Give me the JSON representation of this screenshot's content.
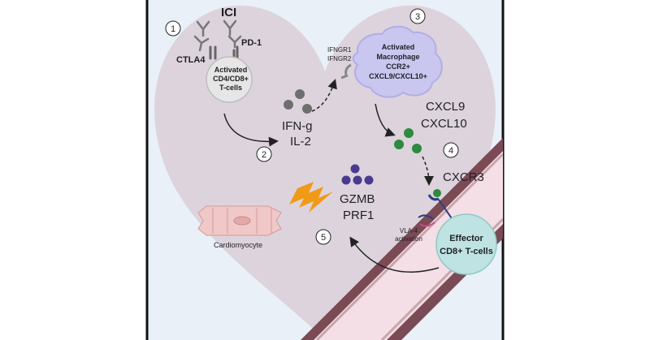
{
  "labels": {
    "ici": "ICI",
    "pd1": "PD-1",
    "ctla4": "CTLA4",
    "cd4cd8_line1": "Activated",
    "cd4cd8_line2": "CD4/CD8+",
    "cd4cd8_line3": "T-cells",
    "ifngr1": "IFNGR1",
    "ifngr2": "IFNGR2",
    "macro_line1": "Activated",
    "macro_line2": "Macrophage",
    "macro_line3": "CCR2+",
    "macro_line4": "CXCL9/CXCL10+",
    "ifng": "IFN-g",
    "il2": "IL-2",
    "cxcl9": "CXCL9",
    "cxcl10": "CXCL10",
    "cxcr3": "CXCR3",
    "gzmb": "GZMB",
    "prf1": "PRF1",
    "cardiomyocyte": "Cardiomyocyte",
    "vla4_line1": "VLA-4",
    "vla4_line2": "activation",
    "effector_line1": "Effector",
    "effector_line2": "CD8+ T-cells"
  },
  "steps": [
    "1",
    "2",
    "3",
    "4",
    "5"
  ],
  "colors": {
    "panel_bg": "#e9f0f8",
    "heart": "#ddd3dc",
    "tcell": "#e6e6e6",
    "macrophage": "#c9c6ef",
    "effector": "#bfe3e2",
    "grey_particle": "#6e6e6e",
    "green_particle": "#2d8a3e",
    "purple_particle": "#4a3a8f",
    "lightning": "#f19a17",
    "vessel": "#7a4a55",
    "cardiomyocyte": "#f0c8c8"
  },
  "icons": [
    "antibody-icon",
    "receptor-icon",
    "lightning-icon",
    "arrow-icon"
  ]
}
